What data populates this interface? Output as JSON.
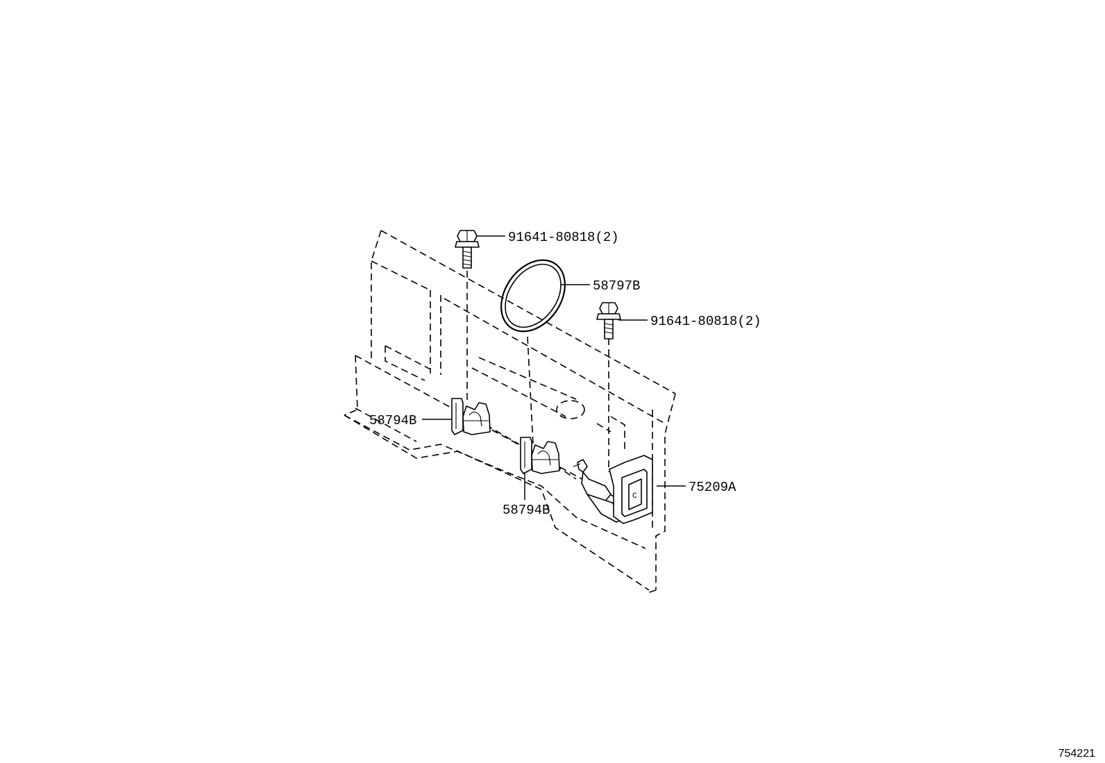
{
  "figure_number": "754221",
  "callouts": {
    "bolt_upper": "91641-80818(2)",
    "ring": "58797B",
    "bolt_right": "91641-80818(2)",
    "clip_left": "58794B",
    "clip_middle": "58794B",
    "bracket": "75209A"
  },
  "bracket_marking": "C"
}
